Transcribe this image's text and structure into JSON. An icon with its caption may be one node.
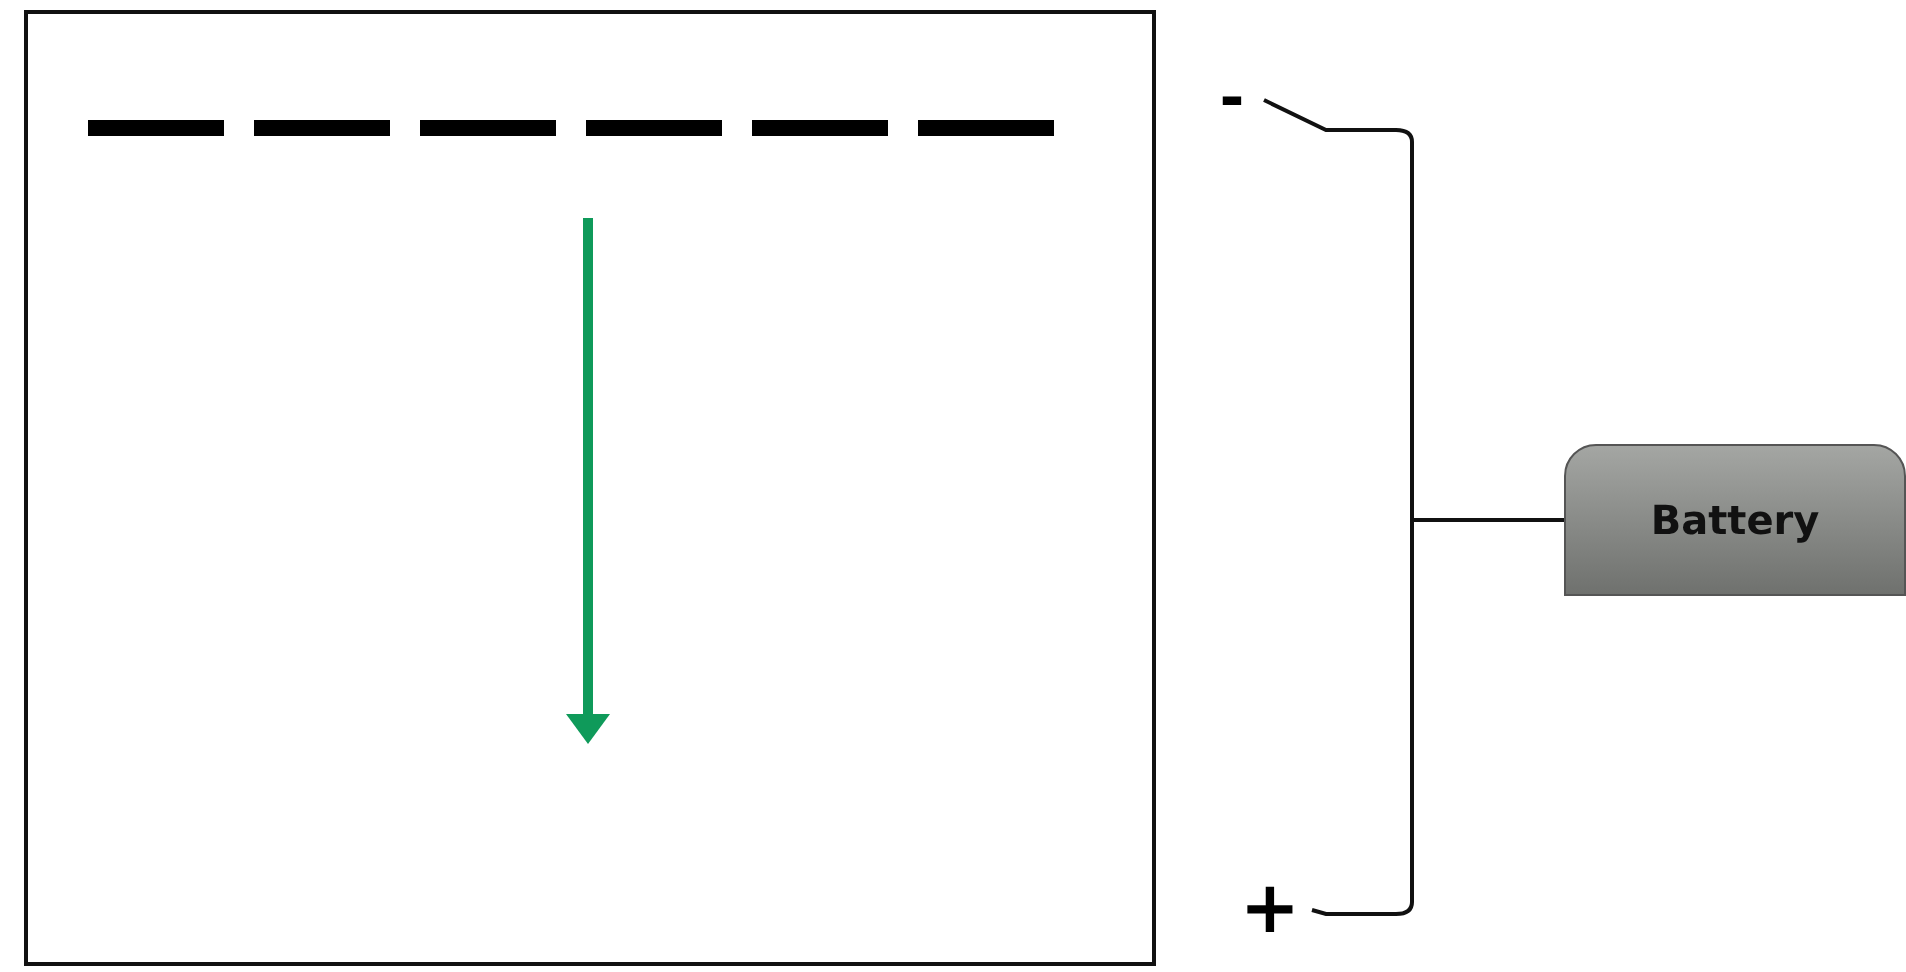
{
  "diagram": {
    "nodes": [
      {
        "text": [],
        "shape": "box"
      },
      {
        "text": [
          "-"
        ]
      },
      {
        "text": [
          "+"
        ]
      },
      {
        "text": [
          "Battery"
        ]
      }
    ],
    "edges": [
      {
        "from": 3,
        "to": 1,
        "arrow": "none"
      },
      {
        "from": 3,
        "to": 2,
        "arrow": "none"
      }
    ]
  }
}
